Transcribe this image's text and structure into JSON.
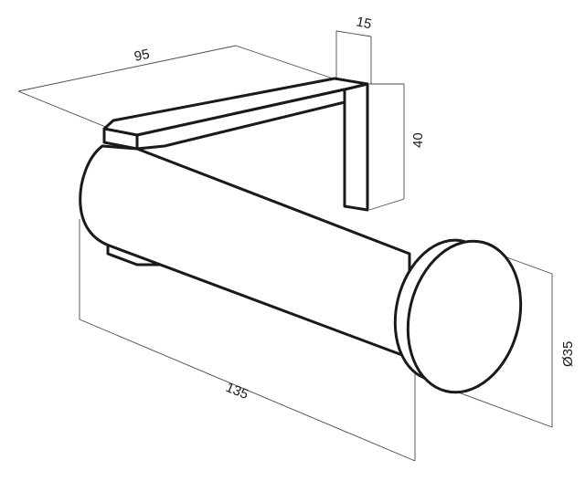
{
  "dimensions": {
    "projection_length": "135",
    "bracket_width": "95",
    "plate_thickness": "15",
    "plate_height": "40",
    "diameter": "Ø35"
  },
  "colors": {
    "line": "#1a1a1a",
    "dimension": "#4a4a4a",
    "background": "#ffffff"
  }
}
